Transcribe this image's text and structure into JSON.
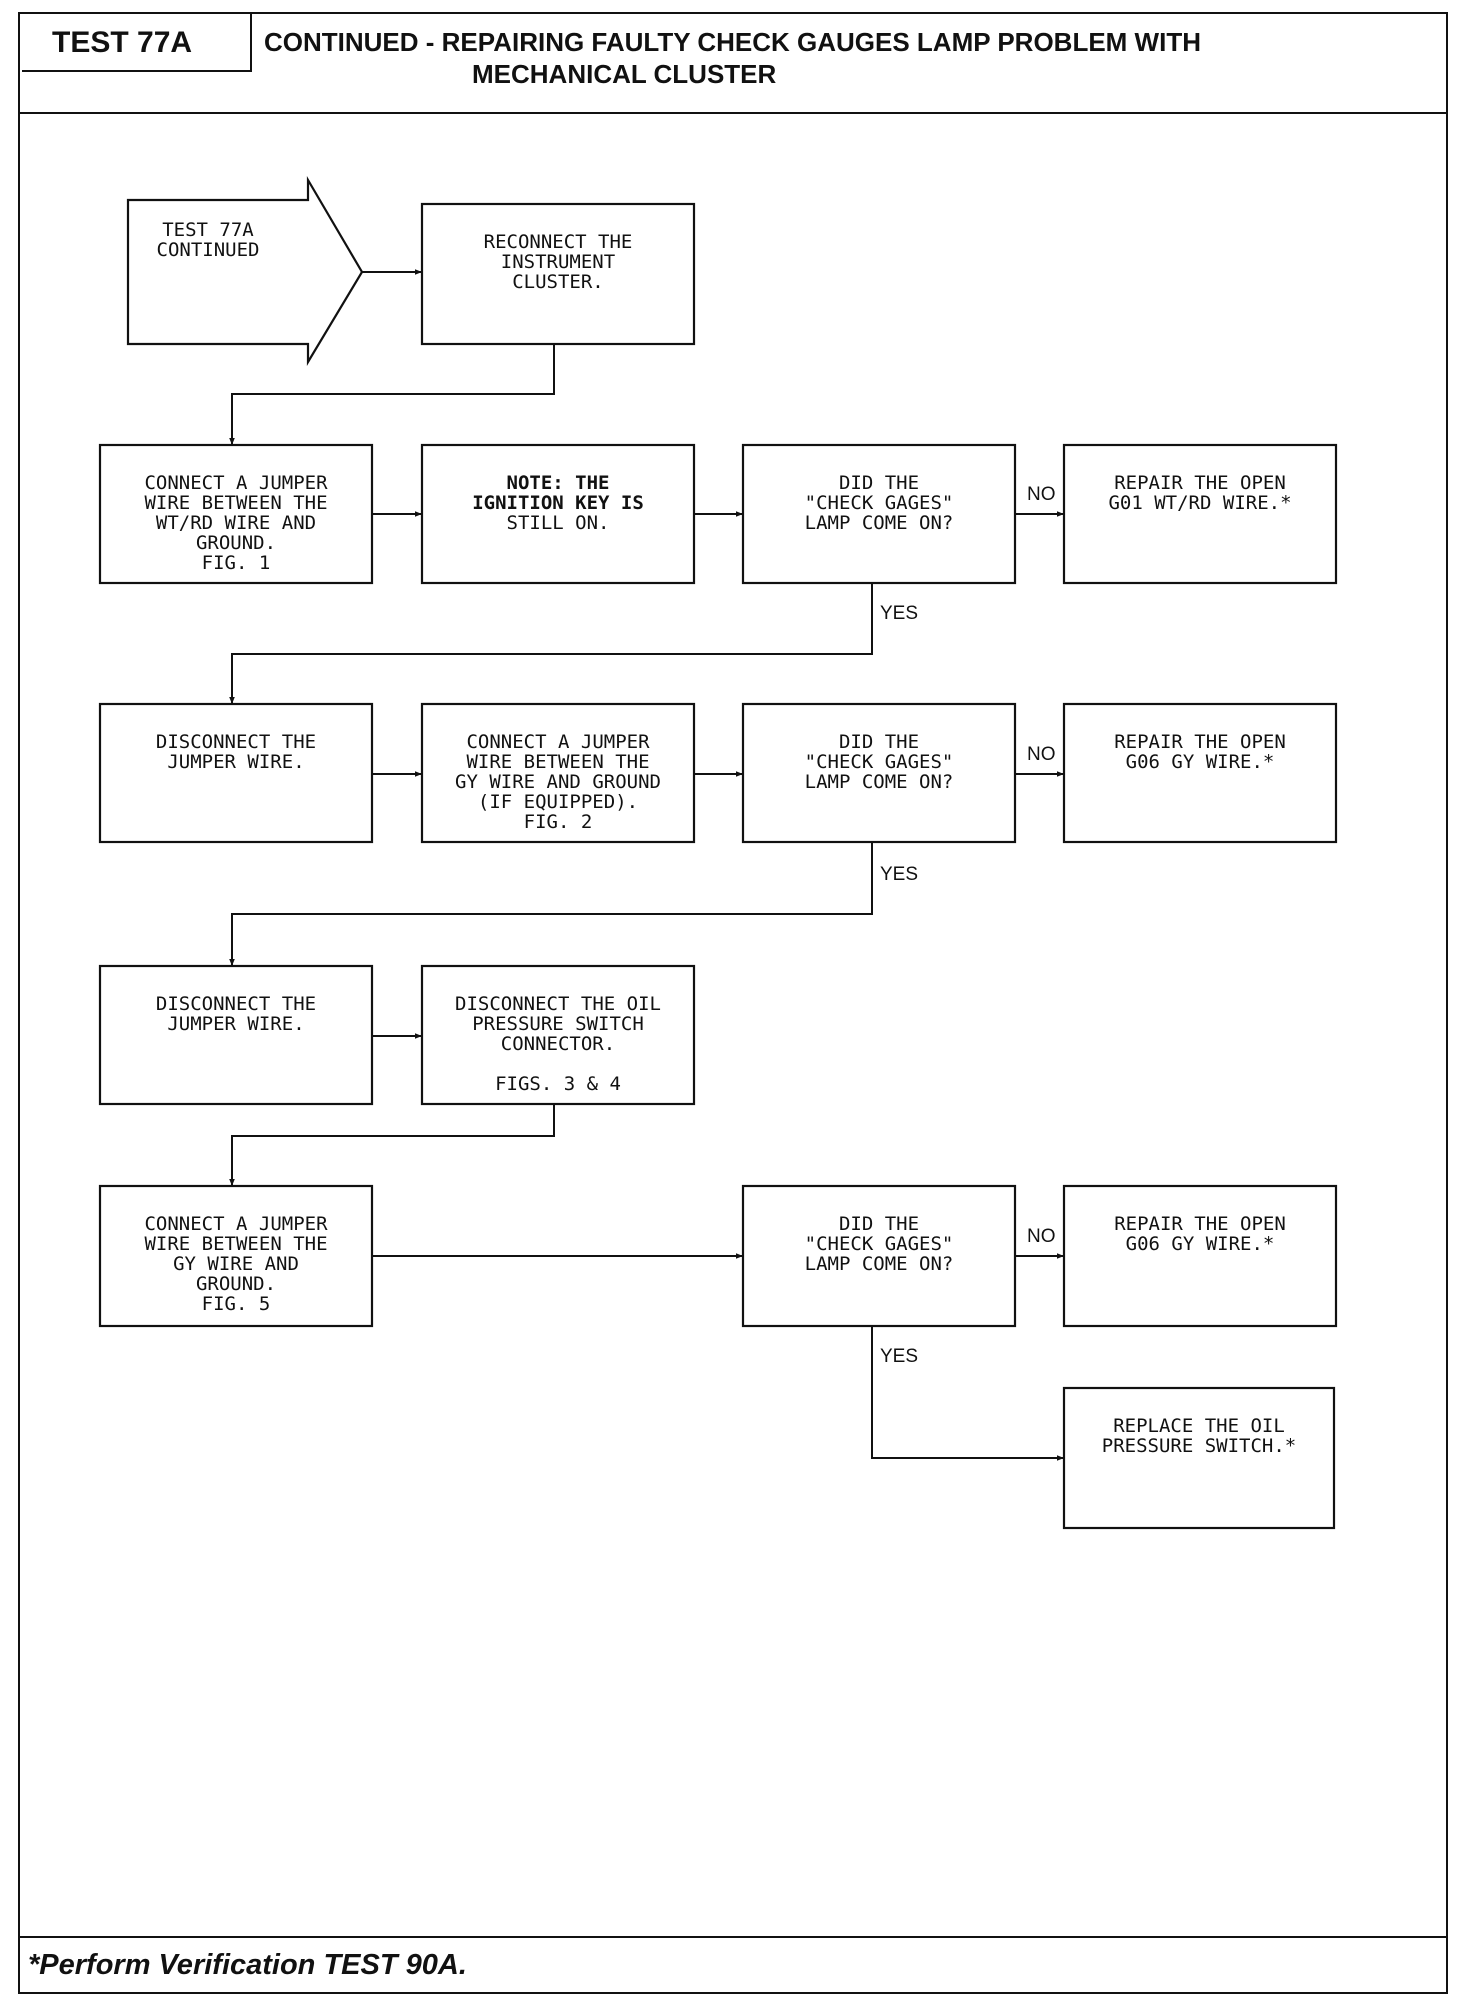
{
  "header": {
    "test_id": "TEST 77A",
    "title_line1": "CONTINUED -  REPAIRING FAULTY CHECK GAUGES LAMP PROBLEM WITH",
    "title_line2": "MECHANICAL CLUSTER"
  },
  "flowchart": {
    "start": {
      "lines": [
        "TEST 77A",
        "CONTINUED"
      ]
    },
    "reconnect": {
      "lines": [
        "RECONNECT THE",
        "INSTRUMENT",
        "CLUSTER."
      ]
    },
    "jumper_wtrd": {
      "lines": [
        "CONNECT A JUMPER",
        "WIRE BETWEEN THE",
        "WT/RD WIRE AND",
        "GROUND.",
        "FIG. 1"
      ]
    },
    "note_key": {
      "lines": [
        "NOTE:  THE",
        "IGNITION KEY IS",
        "STILL ON."
      ]
    },
    "q1": {
      "lines": [
        "DID THE",
        "\"CHECK GAGES\"",
        "LAMP COME ON?"
      ]
    },
    "repair_g01": {
      "lines": [
        "REPAIR THE OPEN",
        "G01 WT/RD WIRE.*"
      ]
    },
    "disconnect_1": {
      "lines": [
        "DISCONNECT THE",
        "JUMPER WIRE."
      ]
    },
    "jumper_gy_equipped": {
      "lines": [
        "CONNECT A JUMPER",
        "WIRE BETWEEN THE",
        "GY WIRE AND GROUND",
        "(IF EQUIPPED).",
        "FIG. 2"
      ]
    },
    "q2": {
      "lines": [
        "DID THE",
        "\"CHECK GAGES\"",
        "LAMP COME ON?"
      ]
    },
    "repair_g06_a": {
      "lines": [
        "REPAIR THE OPEN",
        "G06 GY WIRE.*"
      ]
    },
    "disconnect_2": {
      "lines": [
        "DISCONNECT THE",
        "JUMPER WIRE."
      ]
    },
    "disconnect_oil": {
      "lines": [
        "DISCONNECT THE OIL",
        "PRESSURE SWITCH",
        "CONNECTOR.",
        "",
        "FIGS. 3 & 4"
      ]
    },
    "jumper_gy": {
      "lines": [
        "CONNECT A JUMPER",
        "WIRE BETWEEN THE",
        "GY WIRE AND",
        "GROUND.",
        "FIG. 5"
      ]
    },
    "q3": {
      "lines": [
        "DID THE",
        "\"CHECK GAGES\"",
        "LAMP COME ON?"
      ]
    },
    "repair_g06_b": {
      "lines": [
        "REPAIR THE OPEN",
        "G06 GY WIRE.*"
      ]
    },
    "replace_switch": {
      "lines": [
        "REPLACE THE OIL",
        "PRESSURE SWITCH.*"
      ]
    },
    "labels": {
      "no": "NO",
      "yes": "YES"
    }
  },
  "footer": {
    "note": "*Perform Verification TEST 90A."
  }
}
